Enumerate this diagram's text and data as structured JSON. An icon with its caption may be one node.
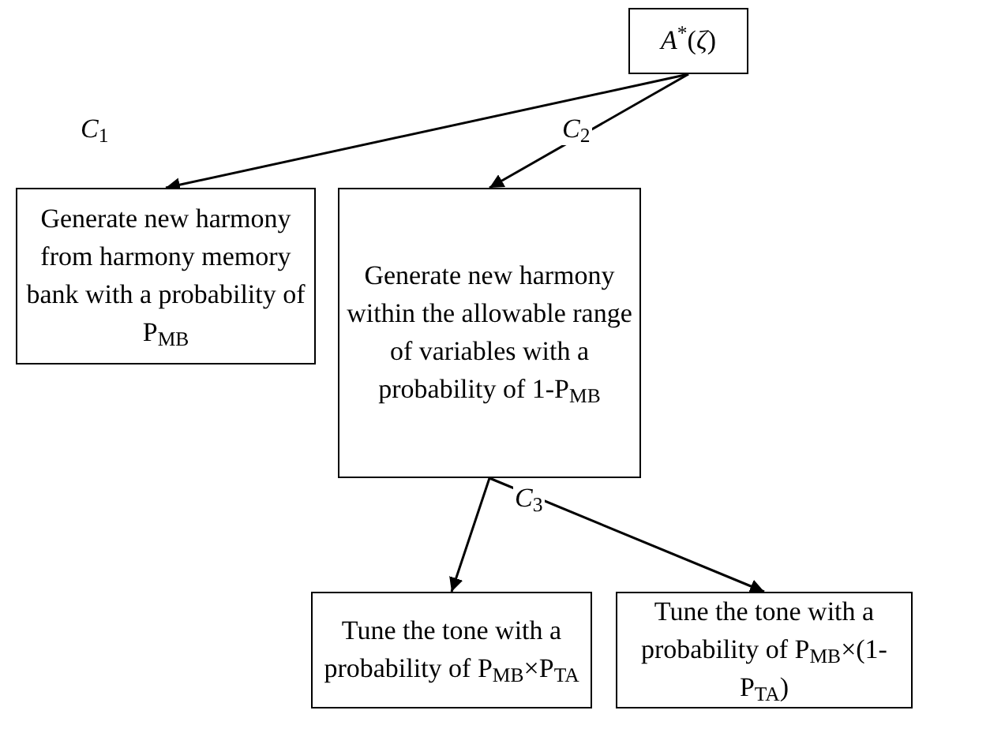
{
  "diagram": {
    "nodes": [
      {
        "text": [
          "*A*$^{*}$(*ζ*)"
        ]
      },
      {
        "text": [
          "Generate new harmony from harmony memory bank with a probability of P$_{MB}$"
        ]
      },
      {
        "text": [
          "Generate new harmony within the allowable range of variables with a probability of 1-P$_{MB}$"
        ]
      },
      {
        "text": [
          "Tune the tone with a probability of P$_{MB}$×P$_{TA}$"
        ]
      },
      {
        "text": [
          "Tune the tone with a probability of P$_{MB}$×(1-P$_{TA}$)"
        ]
      }
    ],
    "edges": [
      {
        "from": 0,
        "to": 1,
        "arrow": "to",
        "label": "*C*$_{1}$"
      },
      {
        "from": 0,
        "to": 2,
        "arrow": "to",
        "label": "*C*$_{2}$"
      },
      {
        "from": 2,
        "to": 3,
        "arrow": "to"
      },
      {
        "from": 2,
        "to": 4,
        "arrow": "to"
      }
    ],
    "labels": [
      "*C*$_{3}$"
    ]
  }
}
